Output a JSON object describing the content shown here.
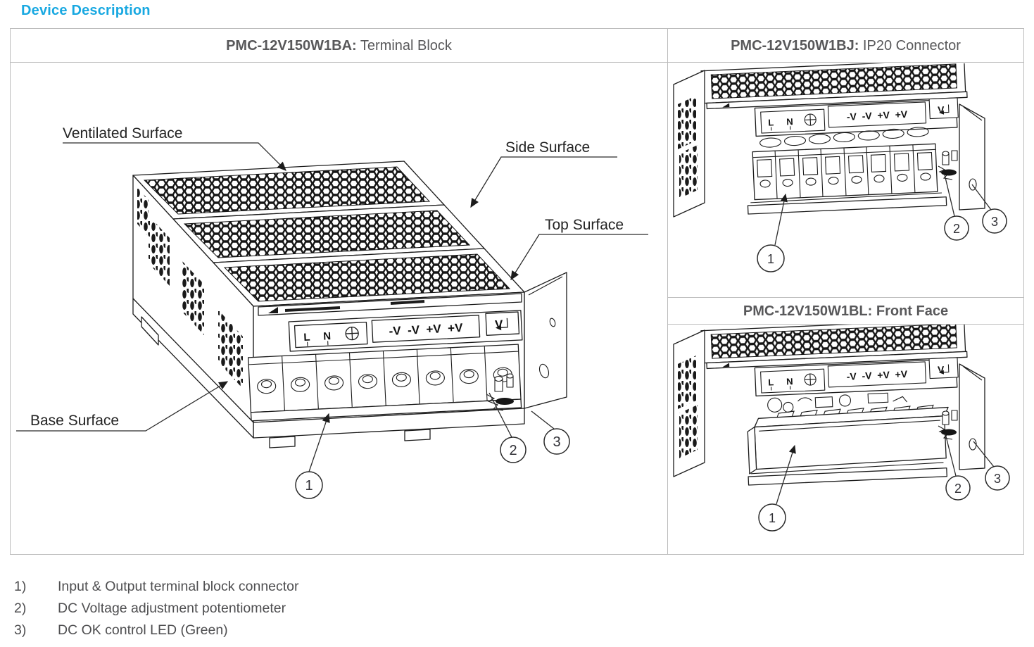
{
  "page": {
    "title": "Device Description"
  },
  "colors": {
    "accent": "#18A8E1",
    "frame_border": "#BCBCBC",
    "header_text": "#58585A",
    "line_art": "#1C1C1C",
    "legend_text": "#4E4E50"
  },
  "panels": {
    "terminal_block": {
      "model": "PMC-12V150W1BA:",
      "variant": " Terminal Block"
    },
    "ip20": {
      "model": "PMC-12V150W1BJ:",
      "variant": " IP20 Connector"
    },
    "front_face": {
      "model": "PMC-12V150W1BL:",
      "variant": " Front Face"
    }
  },
  "surface_labels": {
    "ventilated": "Ventilated Surface",
    "side": "Side Surface",
    "top": "Top Surface",
    "base": "Base Surface"
  },
  "terminal_labels": {
    "line": "L",
    "neutral": "N",
    "earth": "⊕",
    "dc_row": "-V  -V  +V  +V",
    "vadj": "V"
  },
  "callouts": {
    "c1": "1",
    "c2": "2",
    "c3": "3"
  },
  "legend": [
    {
      "num": "1)",
      "text": "Input & Output terminal block connector"
    },
    {
      "num": "2)",
      "text": "DC Voltage adjustment potentiometer"
    },
    {
      "num": "3)",
      "text": "DC OK control LED (Green)"
    }
  ]
}
